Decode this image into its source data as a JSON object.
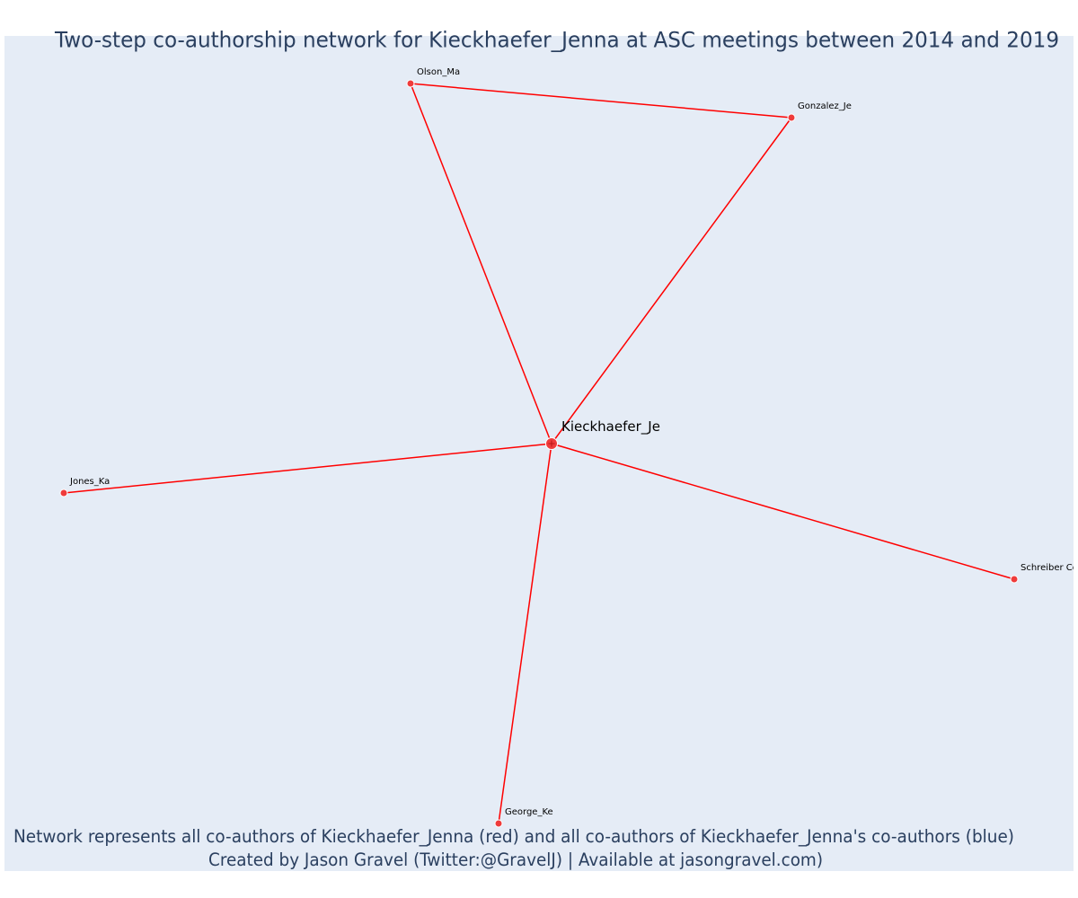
{
  "title": "Two-step co-authorship network for Kieckhaefer_Jenna at ASC meetings between 2014 and 2019",
  "caption": {
    "line1": "Network represents all co-authors of Kieckhaefer_Jenna (red) and all co-authors of Kieckhaefer_Jenna's co-authors (blue)",
    "line2": "Created by Jason Gravel (Twitter:@GravelJ) | Available at jasongravel.com)"
  },
  "colors": {
    "plot_background": "#e5ecf6",
    "title_text": "#2a3f5f",
    "edge": "#ff0000",
    "node_fill": "#ef3b3b",
    "label_text": "#000000"
  },
  "nodes": [
    {
      "id": "kieckhaefer",
      "label": "Kieckhaefer_Je",
      "focal": true
    },
    {
      "id": "olson",
      "label": "Olson_Ma"
    },
    {
      "id": "gonzalez",
      "label": "Gonzalez_Je"
    },
    {
      "id": "jones",
      "label": "Jones_Ka"
    },
    {
      "id": "schreiber",
      "label": "Schreiber Co"
    },
    {
      "id": "george",
      "label": "George_Ke"
    }
  ],
  "edges": [
    {
      "source": "olson",
      "target": "gonzalez"
    },
    {
      "source": "olson",
      "target": "kieckhaefer"
    },
    {
      "source": "gonzalez",
      "target": "kieckhaefer"
    },
    {
      "source": "jones",
      "target": "kieckhaefer"
    },
    {
      "source": "schreiber",
      "target": "kieckhaefer"
    },
    {
      "source": "george",
      "target": "kieckhaefer"
    }
  ]
}
